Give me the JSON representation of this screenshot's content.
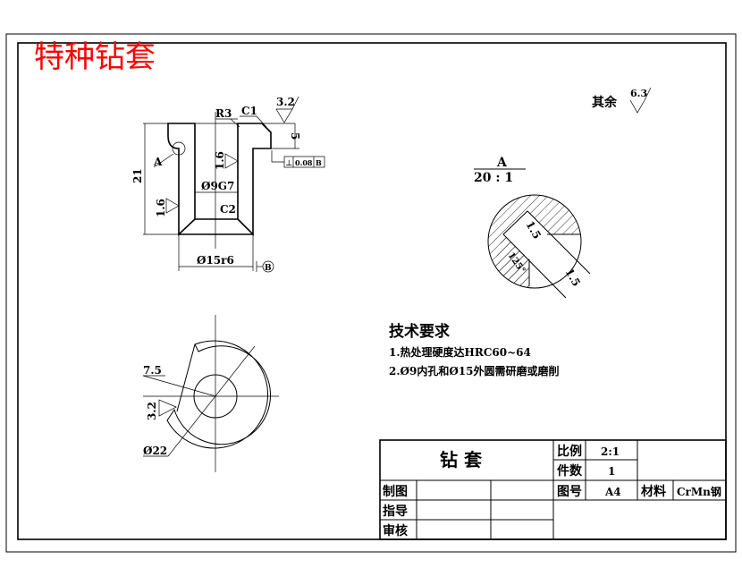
{
  "title": "特种钻套",
  "title_color": "#ff0000",
  "roughness_other": {
    "label": "其余",
    "value": "6.3"
  },
  "main_view": {
    "r3": "R3",
    "c1": "C1",
    "rough_top": "3.2",
    "dim_5": "5",
    "tolerance": {
      "symbol": "⊥",
      "value": "0.08",
      "datum": "B"
    },
    "label_a": "A",
    "dim_21": "21",
    "rough_left": "1.6",
    "rough_inner": "1.6",
    "bore": "Ø9G7",
    "c2": "C2",
    "outer": "Ø15r6",
    "datum_b": "B"
  },
  "detail_view": {
    "label": "A",
    "scale": "20 : 1",
    "dim_a": "1.5",
    "dim_b": "1.5",
    "angle": "125°"
  },
  "bottom_view": {
    "dim_75": "7.5",
    "rough": "3.2",
    "dia": "Ø22"
  },
  "tech_req": {
    "heading": "技术要求",
    "items": [
      "1.热处理硬度达HRC60~64",
      "2.Ø9内孔和Ø15外圆需研磨或磨削"
    ]
  },
  "title_block": {
    "name": "钻 套",
    "scale_label": "比例",
    "scale_value": "2:1",
    "qty_label": "件数",
    "qty_value": "1",
    "drawing_no_label": "图号",
    "drawing_no_value": "A4",
    "material_label": "材料",
    "material_value": "CrMn钢",
    "drawn_by": "制图",
    "guided_by": "指导",
    "checked_by": "审核"
  }
}
